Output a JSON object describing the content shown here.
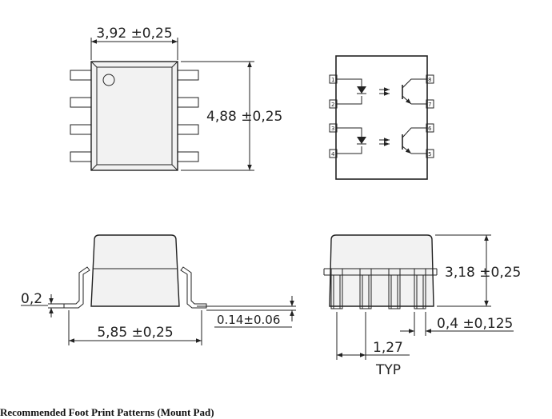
{
  "dimensions": {
    "top_width": "3,92 ±0,25",
    "top_length": "4,88 ±0,25",
    "lead_thickness": "0,2",
    "side_length": "5,85 ±0,25",
    "standoff": "0.14±0.06",
    "height": "3,18 ±0,25",
    "lead_width": "0,4 ±0,125",
    "pitch": "1,27",
    "pitch_note": "TYP"
  },
  "pins": [
    "1",
    "2",
    "3",
    "4",
    "5",
    "6",
    "7",
    "8"
  ],
  "caption": "Recommended Foot Print Patterns (Mount Pad)"
}
